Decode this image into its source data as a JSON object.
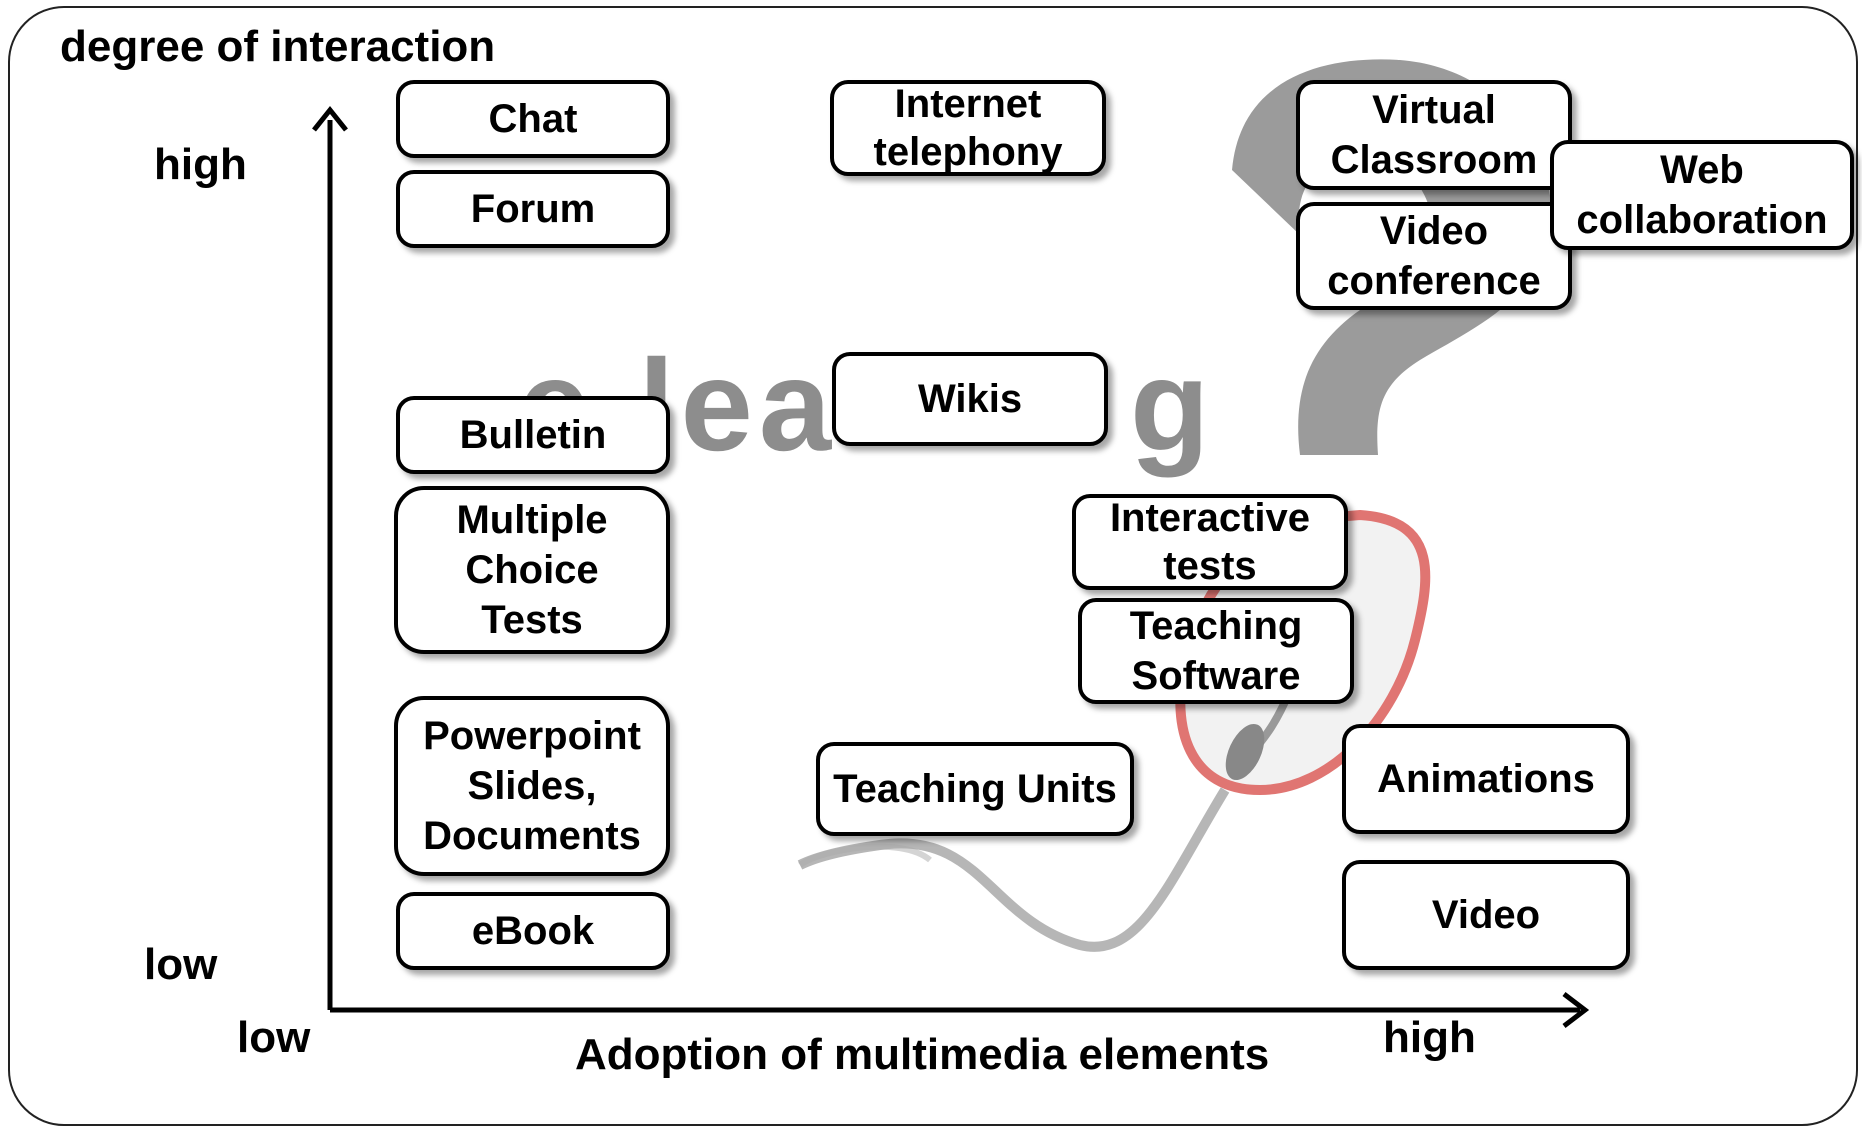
{
  "axes": {
    "y_title": "degree of interaction",
    "y_high": "high",
    "y_low": "low",
    "x_title": "Adoption of multimedia elements",
    "x_low": "low",
    "x_high": "high"
  },
  "background": {
    "watermark_text": "e-learning",
    "question_mark_icon": "question-mark-icon",
    "mouse_icon": "computer-mouse-icon",
    "colors": {
      "watermark": "#8d8d8d",
      "mouse_outline": "#d9534f"
    }
  },
  "boxes": {
    "chat": "Chat",
    "forum": "Forum",
    "bulletin": "Bulletin",
    "multiple_choice": "Multiple\nChoice\nTests",
    "powerpoint": "Powerpoint\nSlides,\nDocuments",
    "ebook": "eBook",
    "internet_telephony": "Internet\ntelephony",
    "wikis": "Wikis",
    "teaching_units": "Teaching Units",
    "interactive_tests": "Interactive\ntests",
    "teaching_software": "Teaching\nSoftware",
    "virtual_classroom": "Virtual\nClassroom",
    "video_conference": "Video\nconference",
    "web_collaboration": "Web\ncollaboration",
    "animations": "Animations",
    "video": "Video"
  }
}
